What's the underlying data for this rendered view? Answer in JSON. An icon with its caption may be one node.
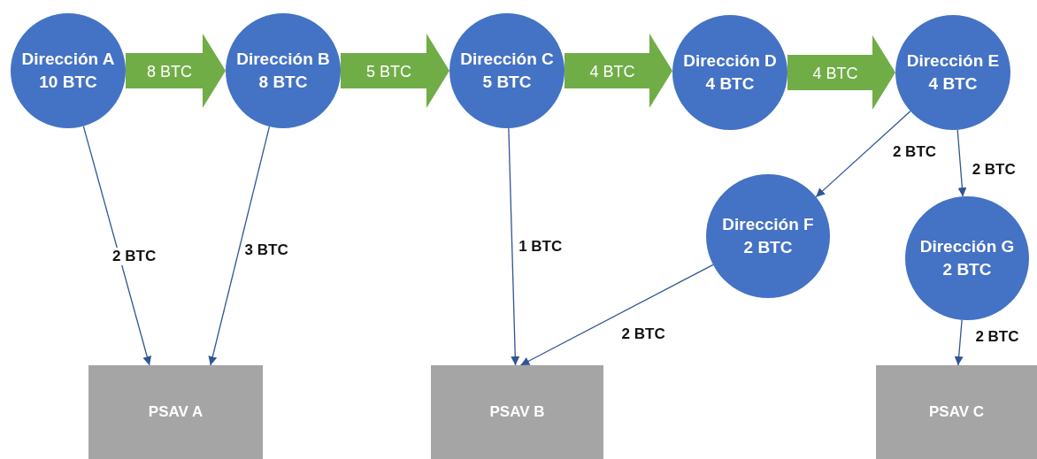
{
  "diagram": {
    "nodes": [
      {
        "text": [
          "Dirección A",
          "10 BTC"
        ]
      },
      {
        "text": [
          "Dirección B",
          "8 BTC"
        ]
      },
      {
        "text": [
          "Dirección C",
          "5 BTC"
        ]
      },
      {
        "text": [
          "Dirección D",
          "4 BTC"
        ]
      },
      {
        "text": [
          "Dirección E",
          "4 BTC"
        ]
      },
      {
        "text": [
          "Dirección F",
          "2 BTC"
        ]
      },
      {
        "text": [
          "Dirección G",
          "2 BTC"
        ]
      },
      {
        "text": [
          "PSAV A"
        ]
      },
      {
        "text": [
          "PSAV B"
        ]
      },
      {
        "text": [
          "PSAV C"
        ]
      }
    ],
    "edges": [
      {
        "from": 0,
        "to": 1,
        "arrow": "to",
        "label": "8 BTC",
        "style": "thick",
        "color": "#70ad47"
      },
      {
        "from": 1,
        "to": 2,
        "arrow": "to",
        "label": "5 BTC",
        "style": "thick",
        "color": "#70ad47"
      },
      {
        "from": 2,
        "to": 3,
        "arrow": "to",
        "label": "4 BTC",
        "style": "thick",
        "color": "#70ad47"
      },
      {
        "from": 3,
        "to": 4,
        "arrow": "to",
        "label": "4 BTC",
        "style": "thick",
        "color": "#70ad47"
      },
      {
        "from": 0,
        "to": 7,
        "arrow": "to",
        "label": "2 BTC"
      },
      {
        "from": 1,
        "to": 7,
        "arrow": "to",
        "label": "3 BTC"
      },
      {
        "from": 2,
        "to": 8,
        "arrow": "to",
        "label": "1 BTC"
      },
      {
        "from": 4,
        "to": 5,
        "arrow": "to",
        "label": "2 BTC"
      },
      {
        "from": 4,
        "to": 6,
        "arrow": "to",
        "label": "2 BTC"
      },
      {
        "from": 5,
        "to": 8,
        "arrow": "to",
        "label": "2 BTC"
      },
      {
        "from": 6,
        "to": 9,
        "arrow": "to",
        "label": "2 BTC"
      }
    ]
  }
}
